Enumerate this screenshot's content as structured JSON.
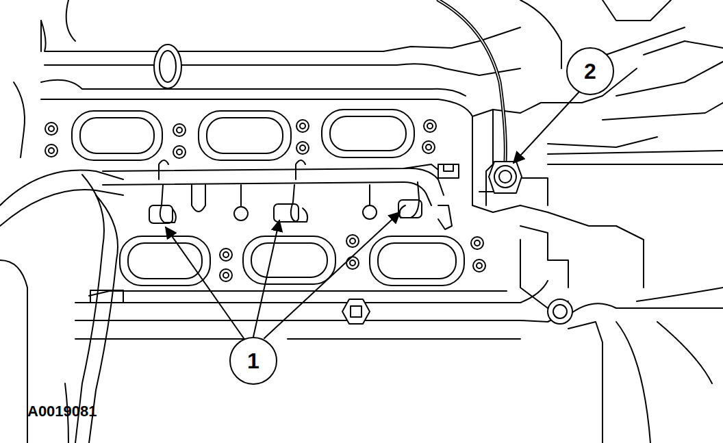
{
  "diagram": {
    "nodes": [
      {
        "text": [
          "2"
        ]
      },
      {
        "text": [
          "1"
        ]
      }
    ],
    "labels": [
      "A0019081"
    ]
  }
}
